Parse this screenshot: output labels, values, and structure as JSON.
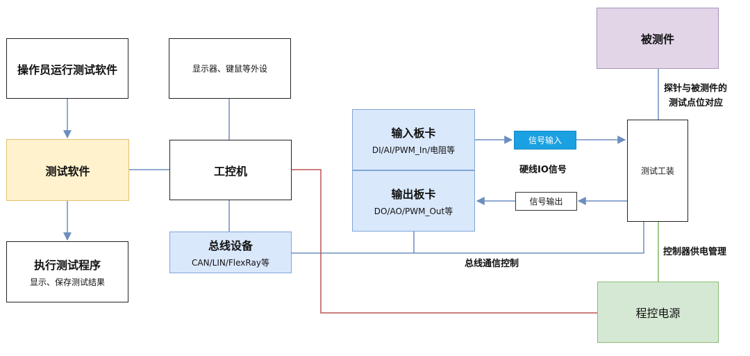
{
  "diagram": {
    "operator": {
      "title": "操作员运行测试软件"
    },
    "software": {
      "title": "测试软件"
    },
    "execute": {
      "title": "执行测试程序",
      "subtitle": "显示、保存测试结果"
    },
    "peripherals": {
      "title": "显示器、键鼠等外设"
    },
    "ipc": {
      "title": "工控机"
    },
    "bus_device": {
      "title": "总线设备",
      "subtitle": "CAN/LIN/FlexRay等"
    },
    "input_card": {
      "title": "输入板卡",
      "subtitle": "DI/AI/PWM_In/电阻等"
    },
    "output_card": {
      "title": "输出板卡",
      "subtitle": "DO/AO/PWM_Out等"
    },
    "signal_in": {
      "label": "信号输入"
    },
    "signal_out": {
      "label": "信号输出"
    },
    "dut": {
      "title": "被测件"
    },
    "fixture": {
      "title": "测试工装"
    },
    "power": {
      "title": "程控电源"
    },
    "labels": {
      "hardwire": "硬线IO信号",
      "bus_comm": "总线通信控制",
      "probe_line1": "探针与被测件的",
      "probe_line2": "测试点位对应",
      "power_mgmt": "控制器供电管理"
    },
    "colors": {
      "edge": "#6c8ebf",
      "edge_red": "#b85450",
      "edge_green": "#82b366",
      "signal_in_fill": "#1ba1e2"
    }
  }
}
